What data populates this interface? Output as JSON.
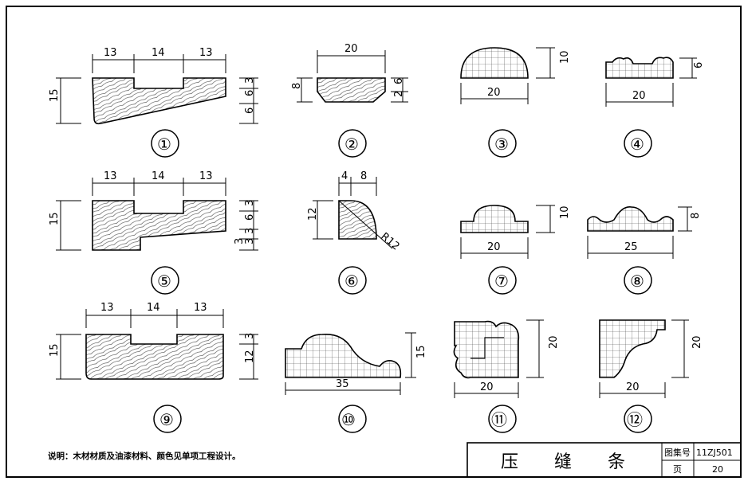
{
  "note": "说明：木材材质及油漆材料、颜色见单项工程设计。",
  "title_block": {
    "title_chars": [
      "压",
      "缝",
      "条"
    ],
    "atlas_label": "图集号",
    "atlas_value": "11ZJ501",
    "page_label": "页",
    "page_value": "20"
  },
  "details": [
    {
      "num": "①",
      "dims": [
        "13",
        "14",
        "13",
        "15",
        "3",
        "6",
        "6"
      ]
    },
    {
      "num": "②",
      "dims": [
        "20",
        "8",
        "6",
        "2"
      ]
    },
    {
      "num": "③",
      "dims": [
        "20",
        "10"
      ]
    },
    {
      "num": "④",
      "dims": [
        "20",
        "6"
      ]
    },
    {
      "num": "⑤",
      "dims": [
        "13",
        "14",
        "13",
        "15",
        "3",
        "6",
        "3",
        "3",
        "3"
      ]
    },
    {
      "num": "⑥",
      "dims": [
        "4",
        "8",
        "12",
        "R12"
      ]
    },
    {
      "num": "⑦",
      "dims": [
        "20",
        "10"
      ]
    },
    {
      "num": "⑧",
      "dims": [
        "25",
        "8"
      ]
    },
    {
      "num": "⑨",
      "dims": [
        "13",
        "14",
        "13",
        "15",
        "3",
        "12"
      ]
    },
    {
      "num": "⑩",
      "dims": [
        "35",
        "15"
      ]
    },
    {
      "num": "⑪",
      "dims": [
        "20",
        "20"
      ]
    },
    {
      "num": "⑫",
      "dims": [
        "20",
        "20"
      ]
    }
  ]
}
